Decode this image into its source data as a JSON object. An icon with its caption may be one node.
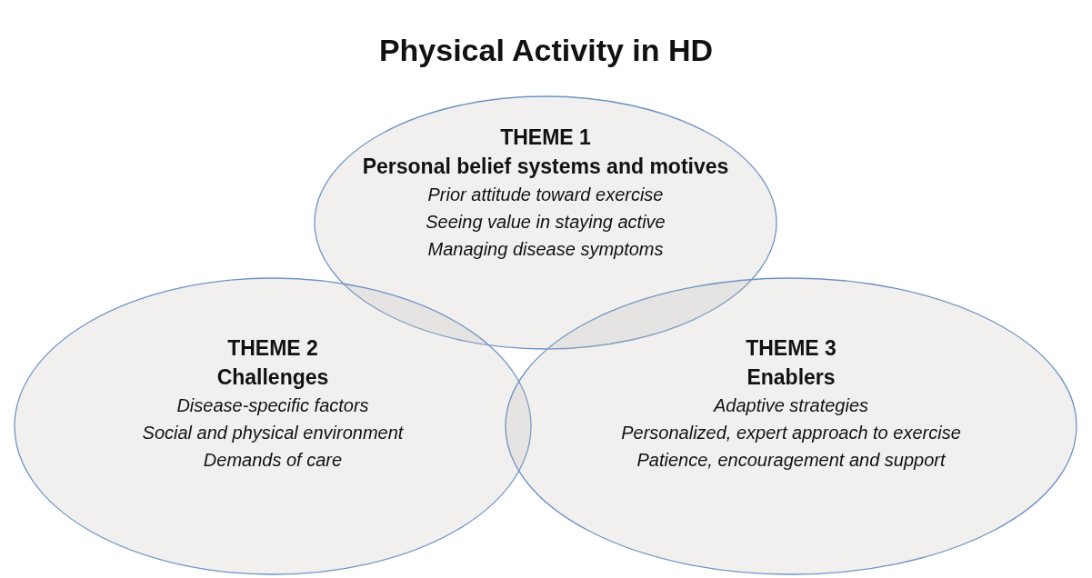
{
  "diagram": {
    "title": "Physical Activity in HD",
    "nodes": [
      {
        "text": [
          "THEME 1",
          "Personal belief systems and motives",
          "Prior attitude toward exercise",
          "Seeing value in staying active",
          "Managing disease symptoms"
        ]
      },
      {
        "text": [
          "THEME 2",
          "Challenges",
          "Disease-specific factors",
          "Social and physical environment",
          "Demands of care"
        ]
      },
      {
        "text": [
          "THEME 3",
          "Enablers",
          "Adaptive strategies",
          "Personalized, expert approach to exercise",
          "Patience, encouragement and support"
        ]
      }
    ]
  }
}
